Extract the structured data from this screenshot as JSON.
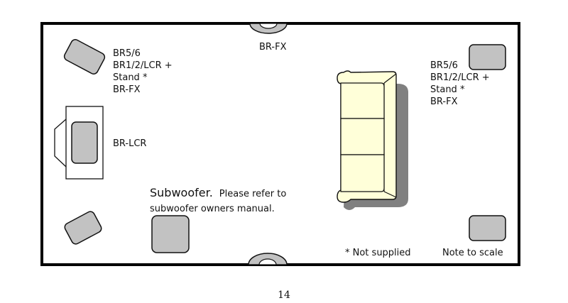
{
  "labels": {
    "top_fx": "BR-FX",
    "left_front": [
      "BR5/6",
      "BR1/2/LCR +",
      "Stand *",
      "BR-FX"
    ],
    "right_front": [
      "BR5/6",
      "BR1/2/LCR +",
      "Stand *",
      "BR-FX"
    ],
    "center": "BR-LCR",
    "subwoofer_title": "Subwoofer.",
    "subwoofer_note_1": "Please refer to",
    "subwoofer_note_2": "subwoofer owners manual.",
    "not_supplied": "* Not supplied",
    "scale_note": "Note to scale"
  },
  "page_number": "14",
  "colors": {
    "speaker": "#c2c2c2",
    "sofa": "#ffffd9",
    "shadow": "#808080"
  }
}
